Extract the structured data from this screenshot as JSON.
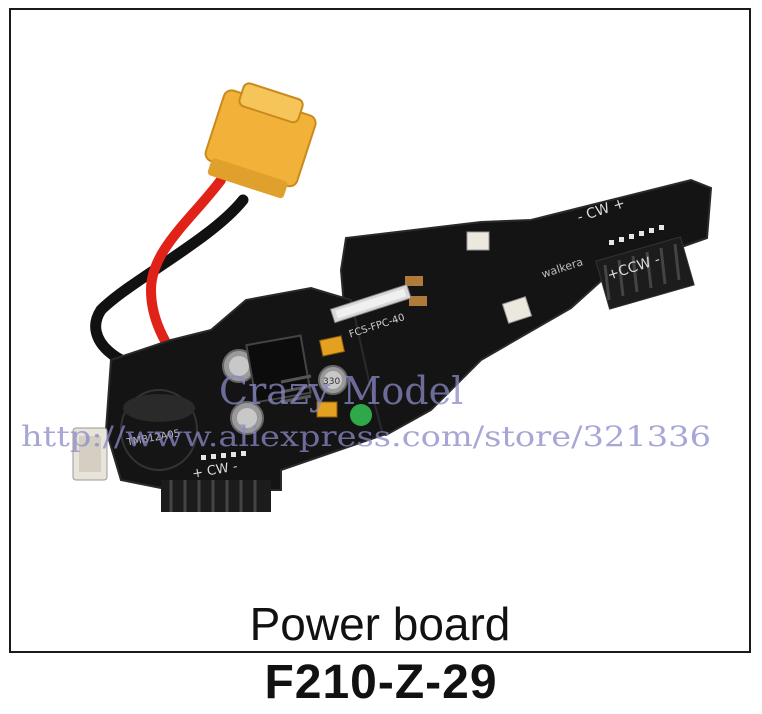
{
  "caption": "Power board",
  "part_number": "F210-Z-29",
  "watermark": {
    "brand": "Crazy Model",
    "url": "http://www.aliexpress.com/store/321336",
    "color": "#8a8ac8"
  },
  "board_markings": {
    "buzzer": "TMB12A05",
    "connector": "FCS-FPC-40",
    "cw_label_left": "+ CW -",
    "cw_label_right": "- CW +",
    "ccw_label": "+CCW -",
    "brand_silk": "walkera",
    "cap_value": "330"
  },
  "colors": {
    "pcb": "#141414",
    "connector_body": "#f2b23a",
    "red_wire": "#e02218",
    "black_wire": "#111111",
    "heatsink": "#1c1c1c"
  }
}
